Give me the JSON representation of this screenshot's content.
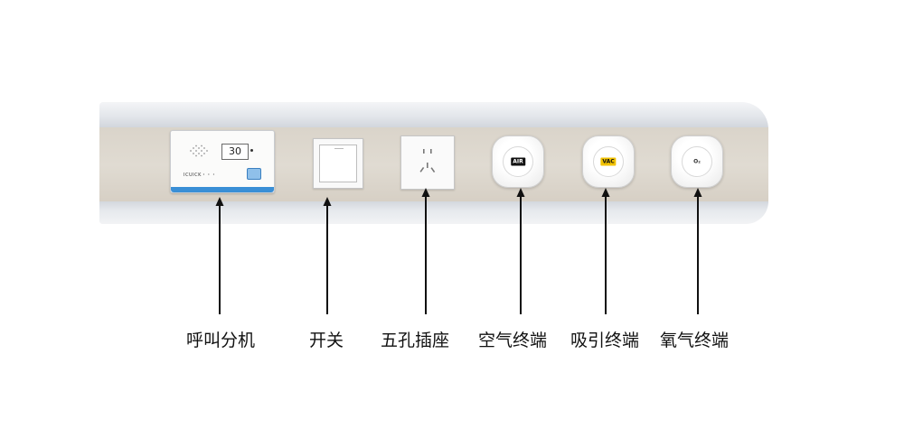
{
  "call_unit": {
    "display": "30",
    "brand_text": "ICUICK・・・"
  },
  "outlets": [
    {
      "label": "AIR",
      "color": "#111111"
    },
    {
      "label": "VAC",
      "color": "#f2c200"
    },
    {
      "label": "O₂",
      "color": "#ffffff"
    }
  ],
  "captions": [
    "呼叫分机",
    "开关",
    "五孔插座",
    "空气终端",
    "吸引终端",
    "氧气终端"
  ],
  "colors": {
    "panel_face": "#dcd6cc",
    "rail": "#e3e6ea",
    "call_accent": "#3a8fd6",
    "arrow": "#111111"
  }
}
